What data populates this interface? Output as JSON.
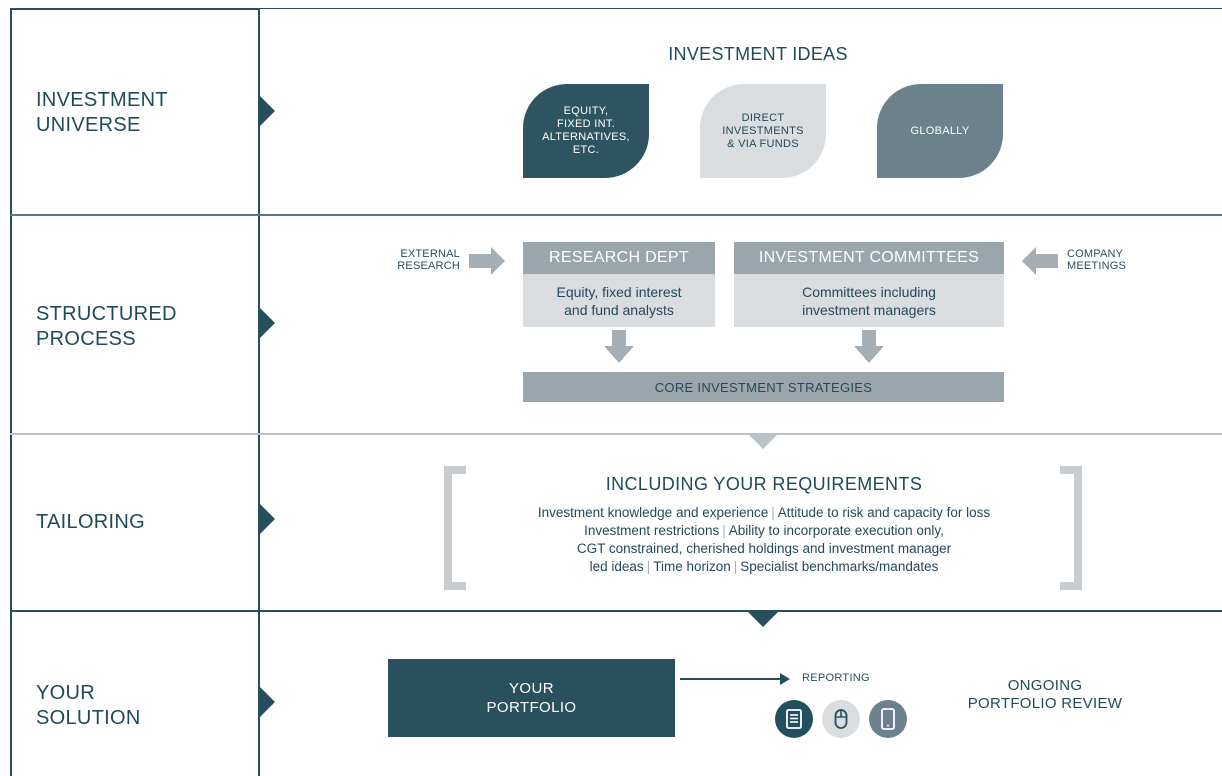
{
  "rows": [
    {
      "label_lines": [
        "INVESTMENT",
        "UNIVERSE"
      ]
    },
    {
      "label_lines": [
        "STRUCTURED",
        "PROCESS"
      ]
    },
    {
      "label_lines": [
        "TAILORING"
      ]
    },
    {
      "label_lines": [
        "YOUR",
        "SOLUTION"
      ]
    }
  ],
  "universe": {
    "title": "INVESTMENT IDEAS",
    "leaves": [
      {
        "lines": [
          "EQUITY,",
          "FIXED INT.",
          "ALTERNATIVES,",
          "ETC."
        ]
      },
      {
        "lines": [
          "DIRECT",
          "INVESTMENTS",
          "& VIA FUNDS"
        ]
      },
      {
        "lines": [
          "GLOBALLY"
        ]
      }
    ]
  },
  "process": {
    "external_lines": [
      "EXTERNAL",
      "RESEARCH"
    ],
    "company_lines": [
      "COMPANY",
      "MEETINGS"
    ],
    "research": {
      "head": "RESEARCH DEPT",
      "body_lines": [
        "Equity, fixed interest",
        "and fund analysts"
      ]
    },
    "committees": {
      "head": "INVESTMENT COMMITTEES",
      "body_lines": [
        "Committees including",
        "investment managers"
      ]
    },
    "core": "CORE INVESTMENT STRATEGIES"
  },
  "tailoring": {
    "title": "INCLUDING YOUR REQUIREMENTS",
    "lines": [
      [
        "Investment knowledge and experience",
        "Attitude to risk and capacity for loss"
      ],
      [
        "Investment restrictions",
        "Ability to incorporate execution only,"
      ],
      [
        "CGT constrained, cherished holdings and investment manager"
      ],
      [
        "led ideas",
        "Time horizon",
        "Specialist benchmarks/mandates"
      ]
    ],
    "separator": "|"
  },
  "solution": {
    "portfolio_lines": [
      "YOUR",
      "PORTFOLIO"
    ],
    "reporting": "REPORTING",
    "reporting_icons": [
      "document-icon",
      "mouse-icon",
      "tablet-icon"
    ],
    "ongoing_lines": [
      "ONGOING",
      "PORTFOLIO REVIEW"
    ]
  }
}
